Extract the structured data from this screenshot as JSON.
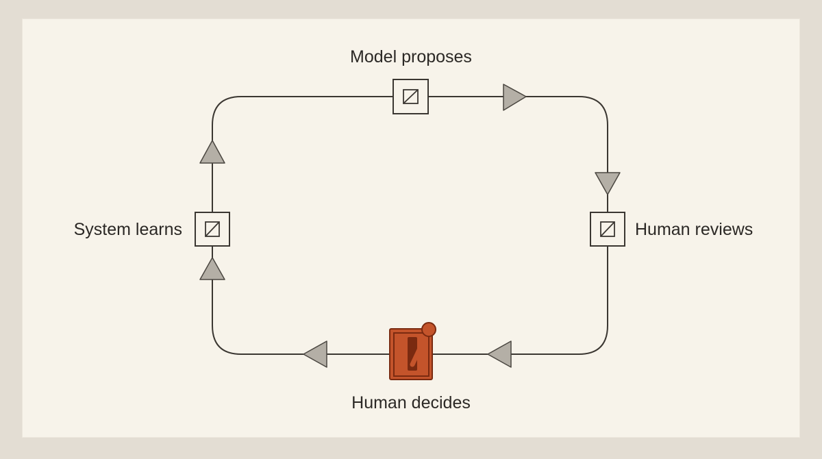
{
  "nodes": {
    "top": {
      "label": "Model proposes"
    },
    "right": {
      "label": "Human reviews"
    },
    "bottom": {
      "label": "Human decides"
    },
    "left": {
      "label": "System learns"
    }
  },
  "colors": {
    "switch_body": "#c4542b",
    "switch_dark": "#7a2a10",
    "line": "#3a3631",
    "arrow_fill": "#b4afa6",
    "background": "#f7f3ea"
  },
  "icons": {
    "node": "square-slash-icon",
    "switch": "lever-switch-icon",
    "arrow": "triangle-arrow-icon"
  }
}
